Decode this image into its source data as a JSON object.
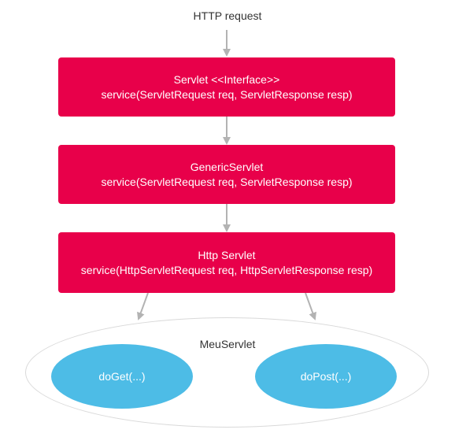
{
  "diagram": {
    "top_label": "HTTP request",
    "boxes": [
      {
        "title": "Servlet <<Interface>>",
        "method": "service(ServletRequest req, ServletResponse resp)"
      },
      {
        "title": "GenericServlet",
        "method": "service(ServletRequest req, ServletResponse resp)"
      },
      {
        "title": "Http Servlet",
        "method": "service(HttpServletRequest req, HttpServletResponse resp)"
      }
    ],
    "container_label": "MeuServlet",
    "methods": [
      "doGet(...)",
      "doPost(...)"
    ],
    "colors": {
      "box": "#e8004a",
      "method_ellipse": "#4dbce6",
      "arrow": "#b3b3b3",
      "outline": "#d9d9d9"
    }
  }
}
